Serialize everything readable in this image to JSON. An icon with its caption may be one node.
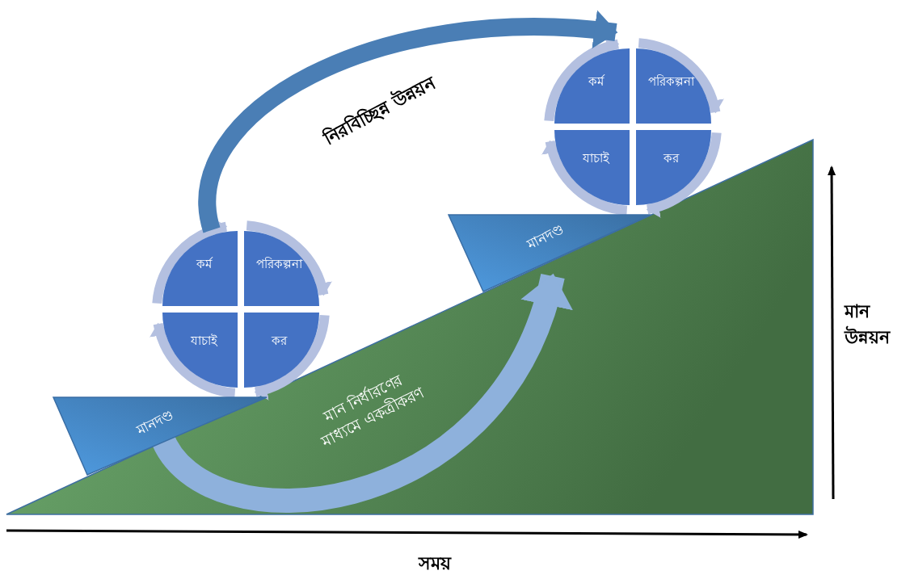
{
  "diagram": {
    "nodes": [
      {
        "text": [],
        "shape": "circle"
      },
      {
        "text": [
          "কর্ম"
        ],
        "in": 0
      },
      {
        "text": [
          "পরিকল্পনা"
        ],
        "in": 0
      },
      {
        "text": [
          "যাচাই"
        ],
        "in": 0
      },
      {
        "text": [
          "কর"
        ],
        "in": 0
      },
      {
        "text": [
          "মানদণ্ড"
        ]
      },
      {
        "text": [],
        "shape": "circle"
      },
      {
        "text": [
          "কর্ম"
        ],
        "in": 6
      },
      {
        "text": [
          "পরিকল্পনা"
        ],
        "in": 6
      },
      {
        "text": [
          "যাচাই"
        ],
        "in": 6
      },
      {
        "text": [
          "কর"
        ],
        "in": 6
      },
      {
        "text": [
          "মানদণ্ড"
        ]
      }
    ],
    "edges": [
      {
        "from": 1,
        "to": 2,
        "arrow": "to"
      },
      {
        "from": 2,
        "to": 4,
        "arrow": "to"
      },
      {
        "from": 4,
        "to": 3,
        "arrow": "to"
      },
      {
        "from": 3,
        "to": 1,
        "arrow": "to"
      },
      {
        "from": 7,
        "to": 8,
        "arrow": "to"
      },
      {
        "from": 8,
        "to": 10,
        "arrow": "to"
      },
      {
        "from": 10,
        "to": 9,
        "arrow": "to"
      },
      {
        "from": 9,
        "to": 7,
        "arrow": "to"
      },
      {
        "from": 6,
        "to": 0,
        "arrow": "to",
        "label": "নিরবিচ্ছিন্ন উন্নয়ন",
        "style": "thick",
        "color": "#4a7eb5"
      },
      {
        "from": 11,
        "to": 5,
        "arrow": "to",
        "label": "মান নির্ধারণের মাধ্যমে একত্রীকরণ",
        "style": "thick",
        "color": "#8eb1dc"
      }
    ],
    "labels": [
      "মান উন্নয়ন",
      "সময়"
    ]
  }
}
